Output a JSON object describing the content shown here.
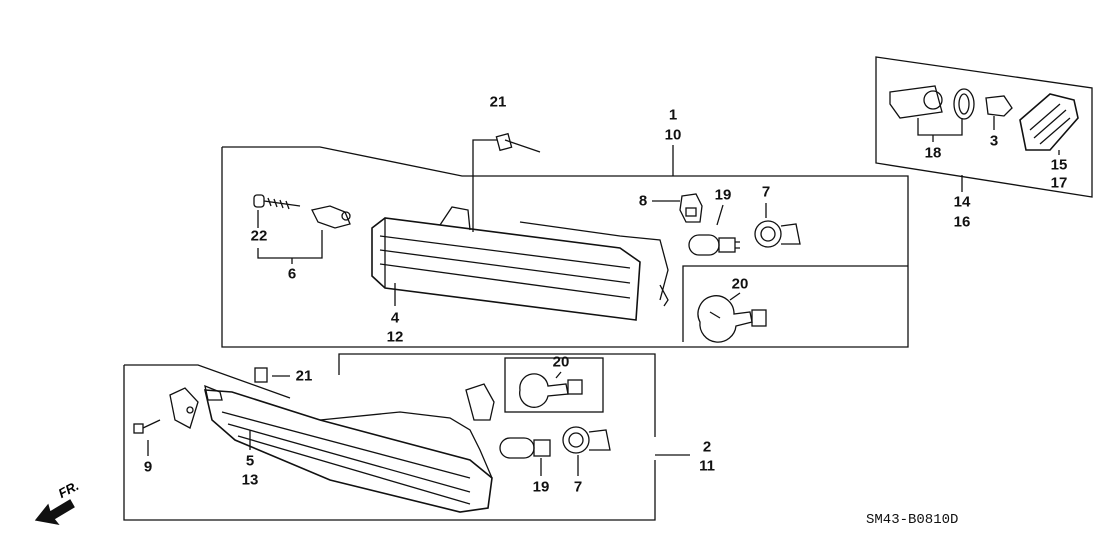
{
  "diagram_code": "SM43-B0810D",
  "front_indicator": "FR.",
  "callouts": [
    "21",
    "1",
    "10",
    "8",
    "19",
    "7",
    "22",
    "6",
    "4",
    "12",
    "20",
    "18",
    "3",
    "15",
    "17",
    "14",
    "16",
    "21",
    "20",
    "2",
    "11",
    "9",
    "5",
    "13",
    "19",
    "7"
  ]
}
